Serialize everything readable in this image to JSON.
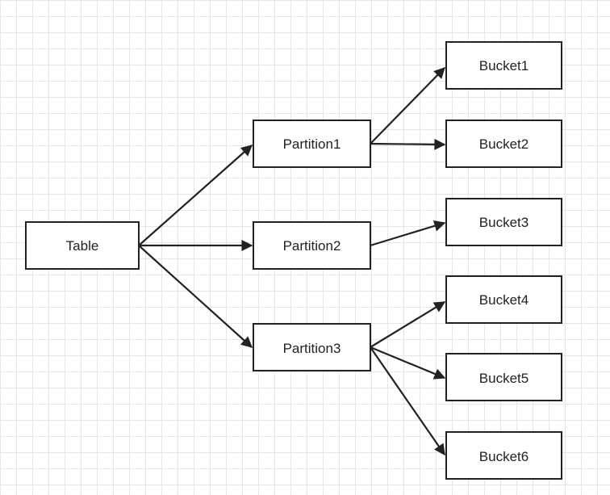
{
  "nodes": {
    "table": {
      "label": "Table"
    },
    "partition1": {
      "label": "Partition1"
    },
    "partition2": {
      "label": "Partition2"
    },
    "partition3": {
      "label": "Partition3"
    },
    "bucket1": {
      "label": "Bucket1"
    },
    "bucket2": {
      "label": "Bucket2"
    },
    "bucket3": {
      "label": "Bucket3"
    },
    "bucket4": {
      "label": "Bucket4"
    },
    "bucket5": {
      "label": "Bucket5"
    },
    "bucket6": {
      "label": "Bucket6"
    }
  },
  "colors": {
    "stroke": "#222222",
    "grid": "#e6e6e6",
    "background": "#ffffff"
  }
}
